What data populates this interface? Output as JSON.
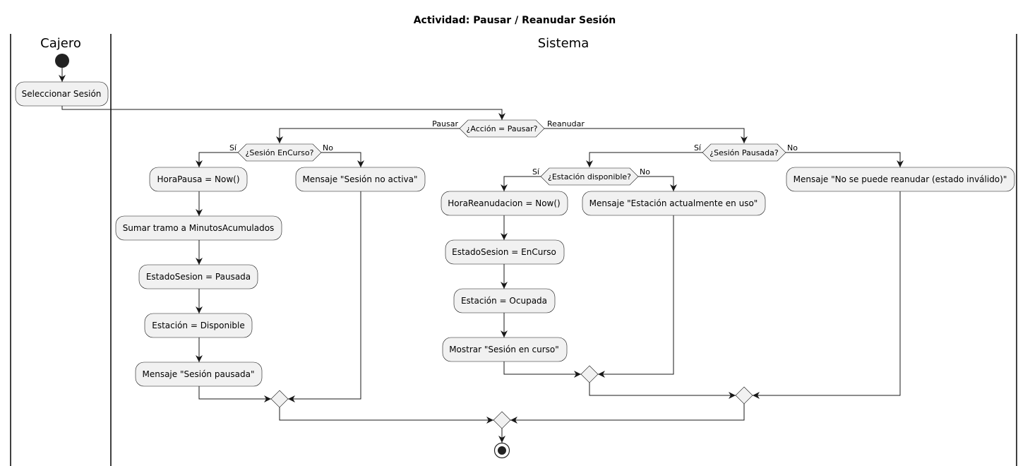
{
  "title": "Actividad: Pausar / Reanudar Sesión",
  "lanes": {
    "cajero": "Cajero",
    "sistema": "Sistema"
  },
  "actions": {
    "seleccionar": "Seleccionar Sesión",
    "hora_pausa": "HoraPausa = Now()",
    "sumar_tramo": "Sumar tramo a MinutosAcumulados",
    "estado_pausada": "EstadoSesion = Pausada",
    "estacion_disponible": "Estación = Disponible",
    "msg_pausada": "Mensaje \"Sesión pausada\"",
    "msg_no_activa": "Mensaje \"Sesión no activa\"",
    "hora_reanudacion": "HoraReanudacion = Now()",
    "estado_encurso": "EstadoSesion = EnCurso",
    "estacion_ocupada": "Estación = Ocupada",
    "mostrar_encurso": "Mostrar \"Sesión en curso\"",
    "msg_en_uso": "Mensaje \"Estación actualmente en uso\"",
    "msg_no_reanudar": "Mensaje \"No se puede reanudar (estado inválido)\""
  },
  "decisions": {
    "accion": {
      "question": "¿Acción = Pausar?",
      "left": "Pausar",
      "right": "Reanudar"
    },
    "encurso": {
      "question": "¿Sesión EnCurso?",
      "left": "Sí",
      "right": "No"
    },
    "pausada": {
      "question": "¿Sesión Pausada?",
      "left": "Sí",
      "right": "No"
    },
    "estacion": {
      "question": "¿Estación disponible?",
      "left": "Sí",
      "right": "No"
    }
  },
  "colors": {
    "node_fill": "#f1f1f1",
    "stroke": "#181818",
    "start": "#222222"
  }
}
